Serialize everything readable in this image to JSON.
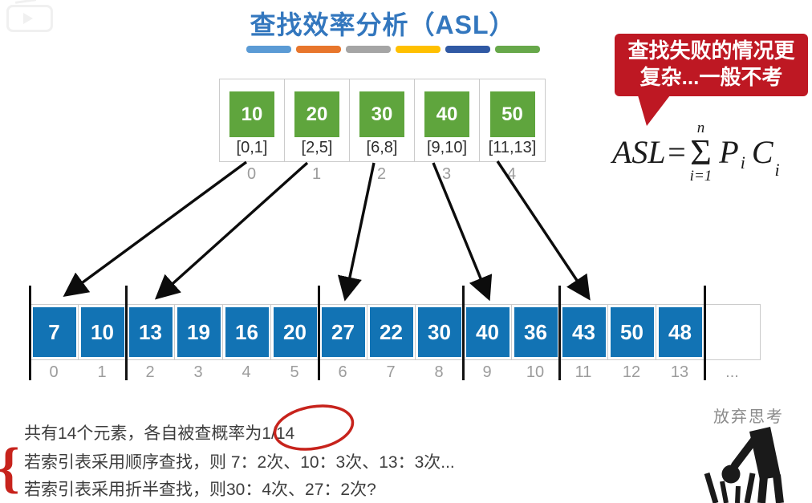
{
  "slide": {
    "title": "查找效率分析（ASL）",
    "callout": {
      "line1": "查找失败的情况更",
      "line2": "复杂...一般不考"
    },
    "formula": {
      "lhs": "ASL=",
      "sigma": "Σ",
      "upper": "n",
      "lower": "i=1",
      "term1": "P",
      "term1_sub": "i",
      "term2": "C",
      "term2_sub": "i"
    },
    "index_table": {
      "cells": [
        {
          "value": "10",
          "range": "[0,1]",
          "index": "0"
        },
        {
          "value": "20",
          "range": "[2,5]",
          "index": "1"
        },
        {
          "value": "30",
          "range": "[6,8]",
          "index": "2"
        },
        {
          "value": "40",
          "range": "[9,10]",
          "index": "3"
        },
        {
          "value": "50",
          "range": "[11,13]",
          "index": "4"
        }
      ]
    },
    "main_array": {
      "cells": [
        {
          "value": "7",
          "index": "0"
        },
        {
          "value": "10",
          "index": "1"
        },
        {
          "value": "13",
          "index": "2"
        },
        {
          "value": "19",
          "index": "3"
        },
        {
          "value": "16",
          "index": "4"
        },
        {
          "value": "20",
          "index": "5"
        },
        {
          "value": "27",
          "index": "6"
        },
        {
          "value": "22",
          "index": "7"
        },
        {
          "value": "30",
          "index": "8"
        },
        {
          "value": "40",
          "index": "9"
        },
        {
          "value": "36",
          "index": "10"
        },
        {
          "value": "43",
          "index": "11"
        },
        {
          "value": "50",
          "index": "12"
        },
        {
          "value": "48",
          "index": "13"
        }
      ],
      "overflow_label": "..."
    },
    "notes": {
      "line1_prefix": "共有14个元素，各自被查概率为",
      "line1_circled": "1/14",
      "line2": "若索引表采用顺序查找，则 7：2次、10：3次、13：3次...",
      "line3": "若索引表采用折半查找，则30：4次、27：2次?",
      "brace": "{"
    },
    "giveup": {
      "label": "放弃思考"
    },
    "colors": {
      "title_blue": "#3377BE",
      "array_blue": "#1273B4",
      "index_green": "#5FA53D",
      "callout_red": "#BE1823",
      "annotation_red": "#C7231C",
      "bar_colors": [
        "#5B9BD5",
        "#E8762C",
        "#A5A5A5",
        "#FFC000",
        "#3059A4",
        "#67A84A"
      ]
    }
  }
}
